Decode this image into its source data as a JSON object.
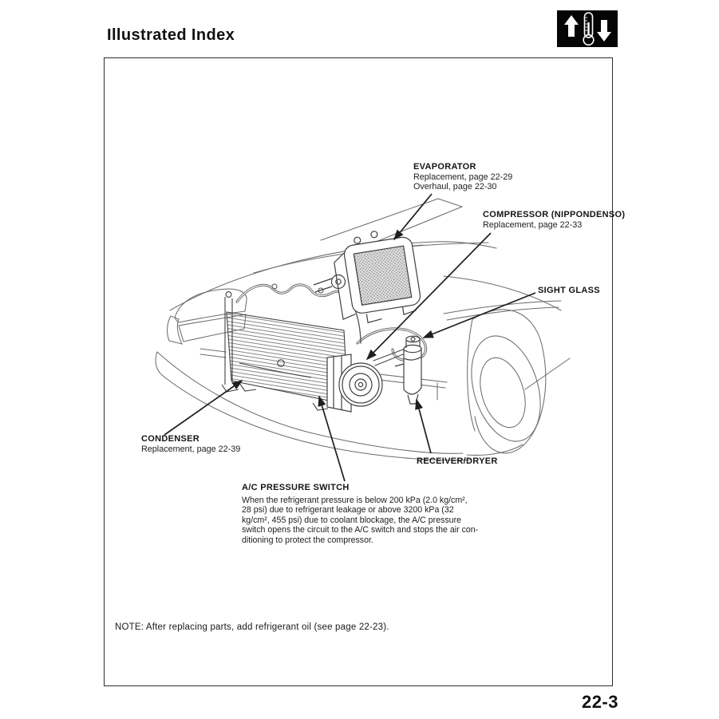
{
  "page": {
    "title": "Illustrated Index",
    "note": "NOTE:  After replacing parts, add refrigerant oil (see page 22-23).",
    "page_number": "22-3"
  },
  "nav": {
    "icons": {
      "temp_up": "up-arrow-icon",
      "thermometer": "thermometer-icon",
      "temp_down": "down-arrow-icon"
    }
  },
  "labels": {
    "evaporator": {
      "title": "EVAPORATOR",
      "line1": "Replacement, page 22-29",
      "line2": "Overhaul, page 22-30"
    },
    "compressor": {
      "title": "COMPRESSOR (NIPPONDENSO)",
      "line1": "Replacement, page 22-33"
    },
    "sight_glass": {
      "title": "SIGHT GLASS"
    },
    "condenser": {
      "title": "CONDENSER",
      "line1": "Replacement, page 22-39"
    },
    "receiver_dryer": {
      "title": "RECEIVER/DRYER"
    },
    "ac_pressure_switch": {
      "title": "A/C PRESSURE SWITCH",
      "body": "When the refrigerant pressure is below 200 kPa (2.0 kg/cm²,\n28 psi) due to refrigerant leakage or above 3200 kPa (32\nkg/cm², 455 psi) due to coolant blockage, the A/C pressure\nswitch opens the circuit to the A/C switch and stops the air con-\nditioning to protect the compressor."
    }
  },
  "colors": {
    "paper": "#ffffff",
    "ink": "#161616",
    "outline": "#6e6e6e",
    "component": "#3f3f3f",
    "leader": "#1f1f1f",
    "icon_bg": "#050505"
  }
}
